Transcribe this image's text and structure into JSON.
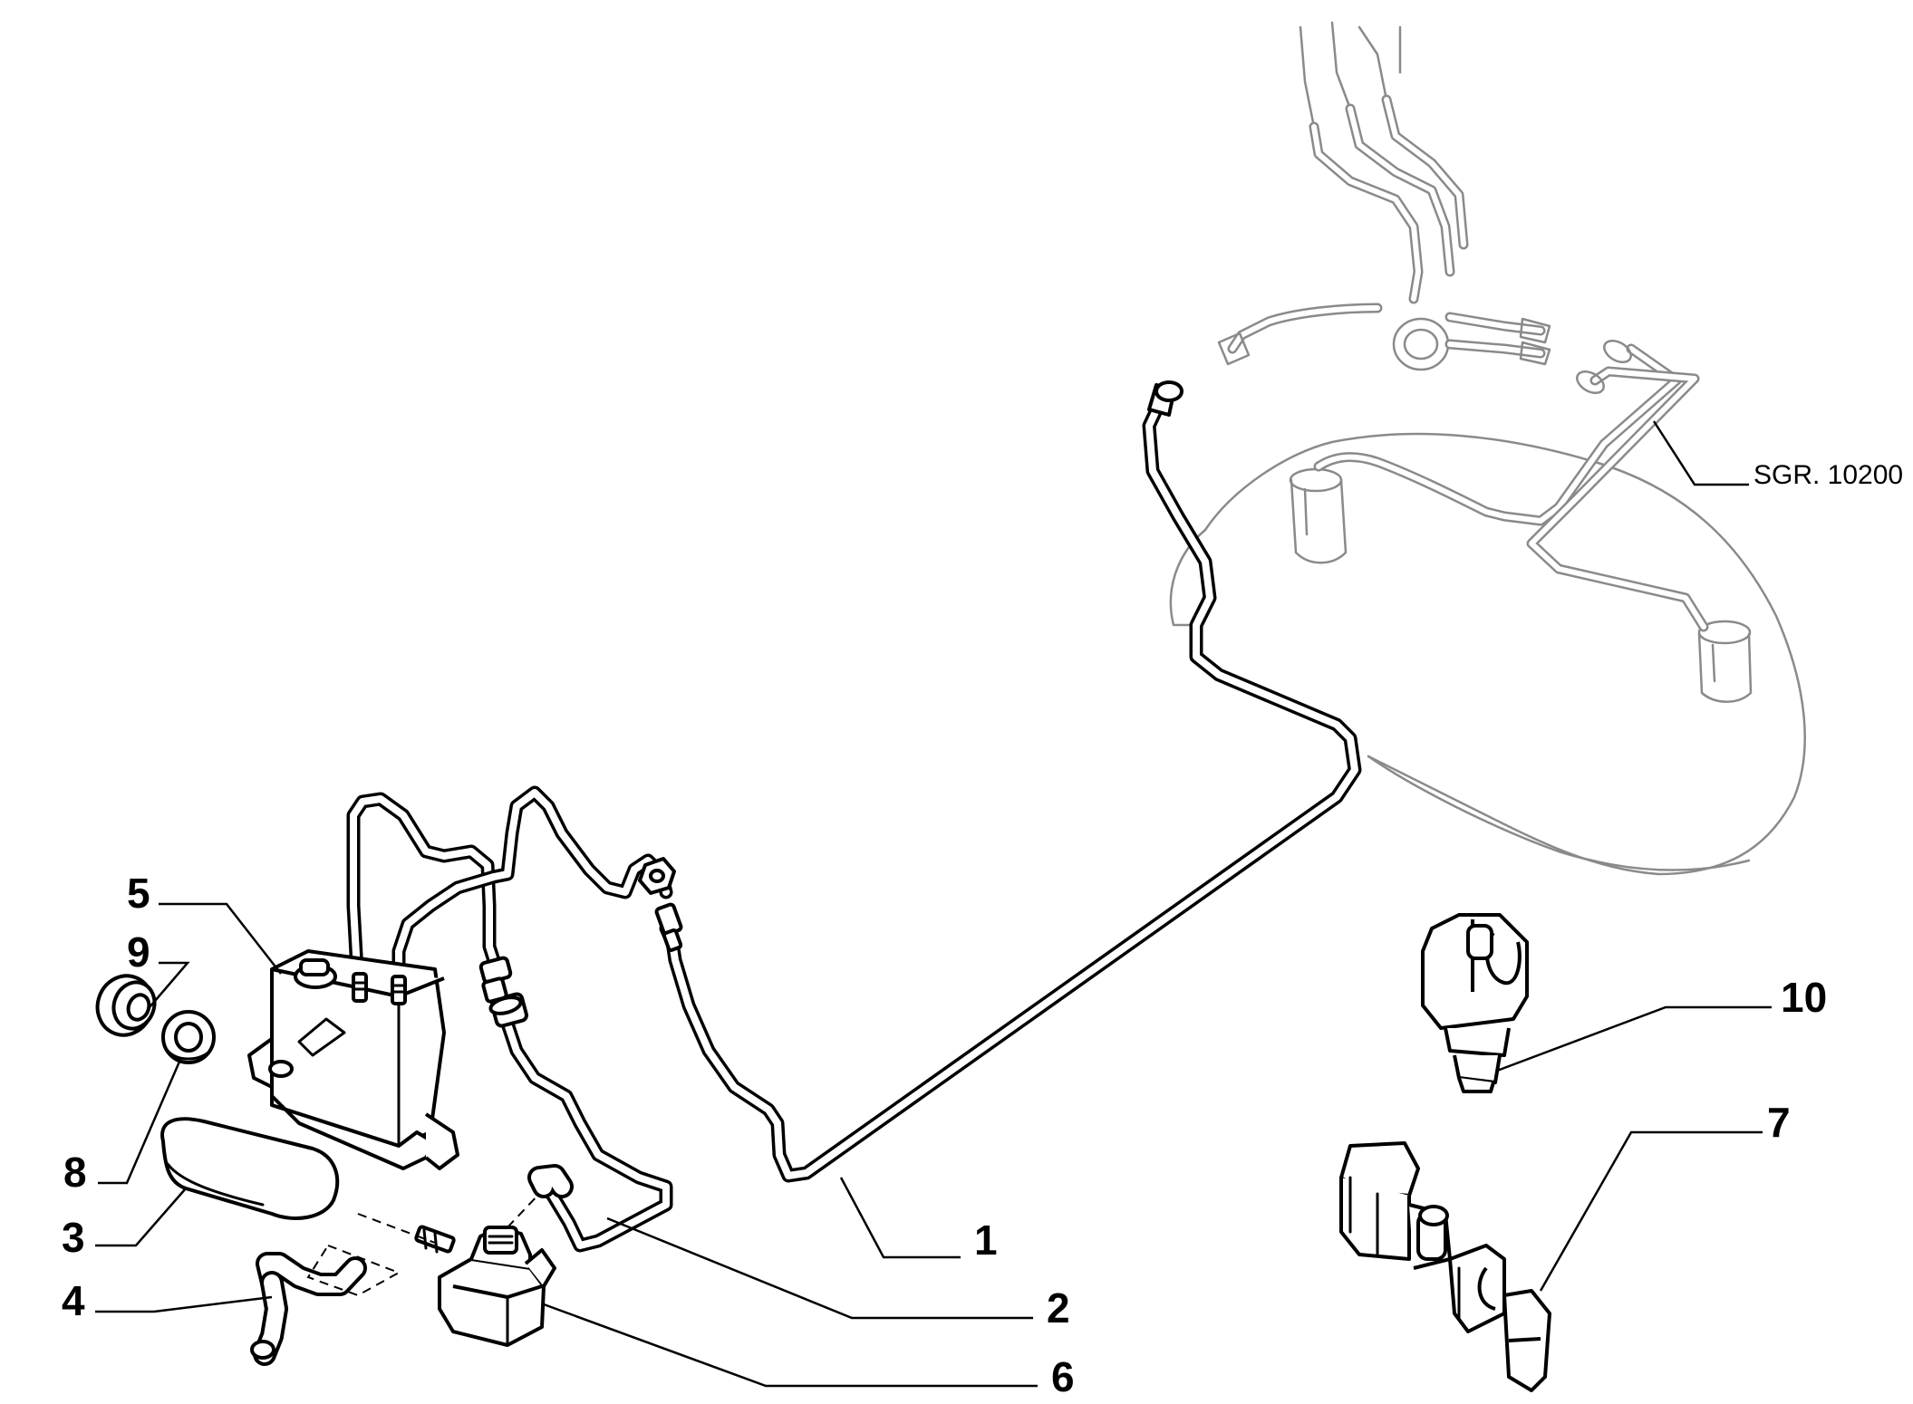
{
  "callouts": [
    {
      "id": "1",
      "label": "1"
    },
    {
      "id": "2",
      "label": "2"
    },
    {
      "id": "3",
      "label": "3"
    },
    {
      "id": "4",
      "label": "4"
    },
    {
      "id": "5",
      "label": "5"
    },
    {
      "id": "6",
      "label": "6"
    },
    {
      "id": "7",
      "label": "7"
    },
    {
      "id": "8",
      "label": "8"
    },
    {
      "id": "9",
      "label": "9"
    },
    {
      "id": "10",
      "label": "10"
    }
  ],
  "reference": {
    "label": "SGR. 10200"
  },
  "colors": {
    "line": "#000000",
    "ghost": "#8a8a8a",
    "background": "#ffffff"
  }
}
